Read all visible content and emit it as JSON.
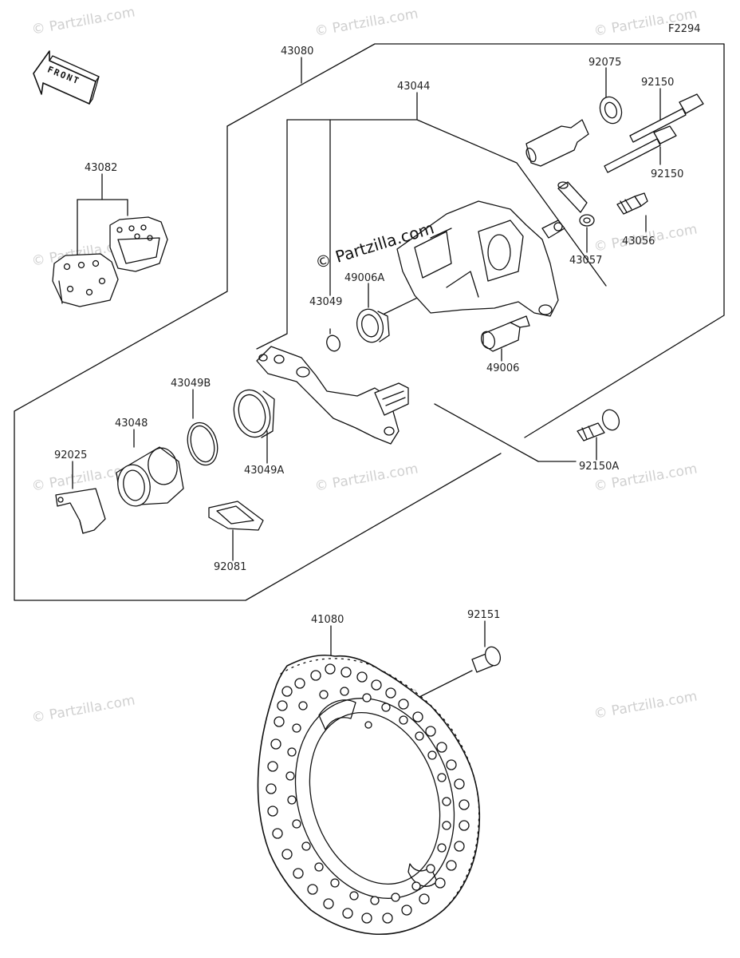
{
  "diagram": {
    "code": "F2294",
    "front_label": "FRONT",
    "watermark": "© Partzilla.com",
    "center_watermark": "© Partzilla.com",
    "parts": {
      "p43080": "43080",
      "p43044": "43044",
      "p92075": "92075",
      "p92150_top": "92150",
      "p92150_bottom": "92150",
      "p43082": "43082",
      "p43056": "43056",
      "p43057": "43057",
      "p49006A": "49006A",
      "p43049": "43049",
      "p49006": "49006",
      "p43049B": "43049B",
      "p43048": "43048",
      "p92025": "92025",
      "p43049A": "43049A",
      "p92150A": "92150A",
      "p92081": "92081",
      "p41080": "41080",
      "p92151": "92151"
    }
  }
}
